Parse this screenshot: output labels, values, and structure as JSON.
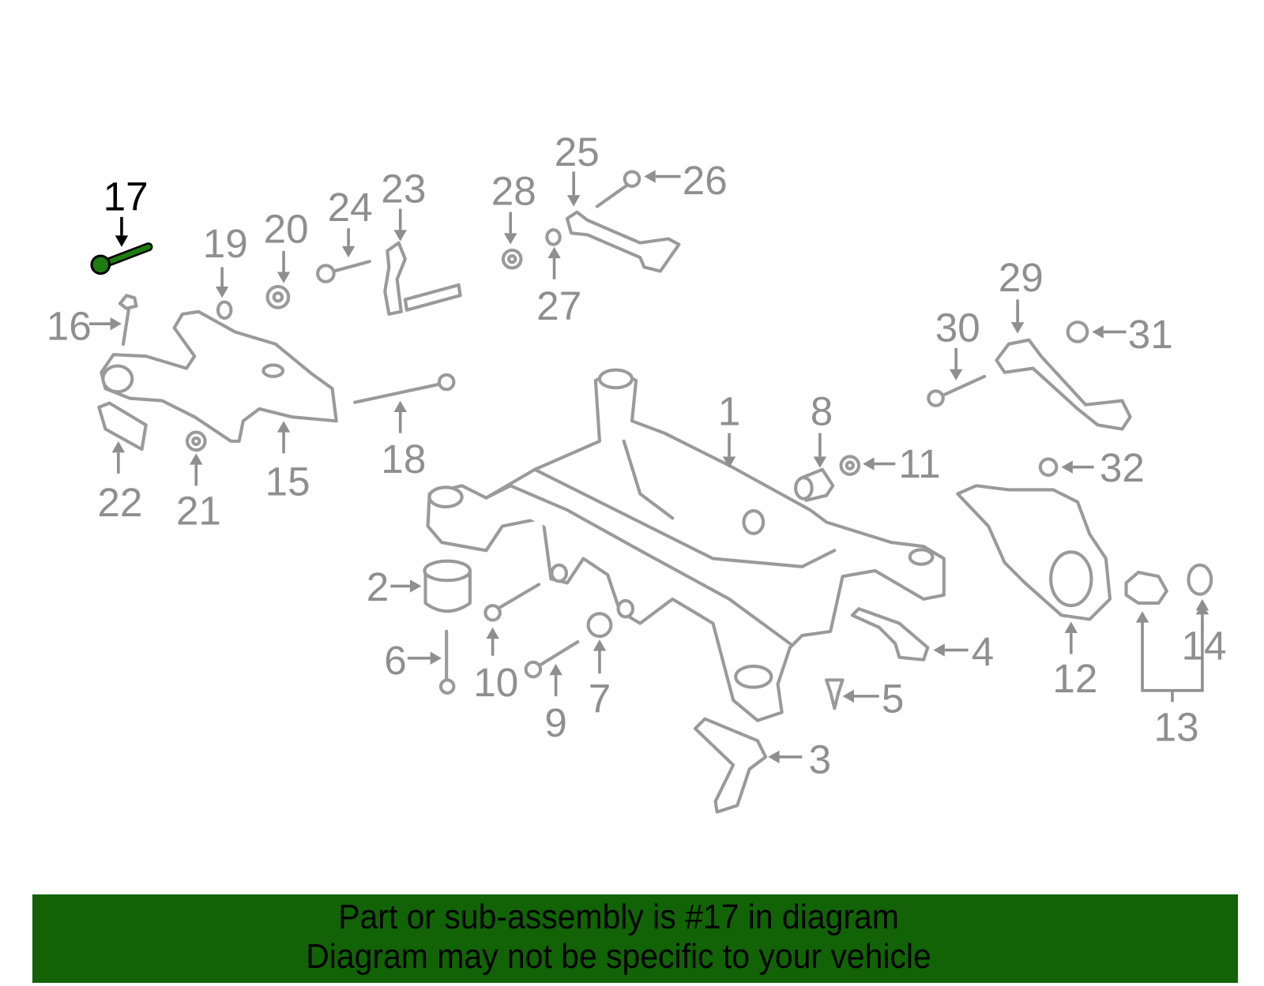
{
  "diagram": {
    "highlighted_part": "17",
    "highlight_color": "#1e7d12",
    "callouts": [
      "1",
      "2",
      "3",
      "4",
      "5",
      "6",
      "7",
      "8",
      "9",
      "10",
      "11",
      "12",
      "13",
      "14",
      "15",
      "16",
      "17",
      "18",
      "19",
      "20",
      "21",
      "22",
      "23",
      "24",
      "25",
      "26",
      "27",
      "28",
      "29",
      "30",
      "31",
      "32"
    ]
  },
  "banner": {
    "line1": "Part or sub-assembly is #17 in diagram",
    "line2": "Diagram may not be specific to your vehicle",
    "background": "#116306"
  }
}
